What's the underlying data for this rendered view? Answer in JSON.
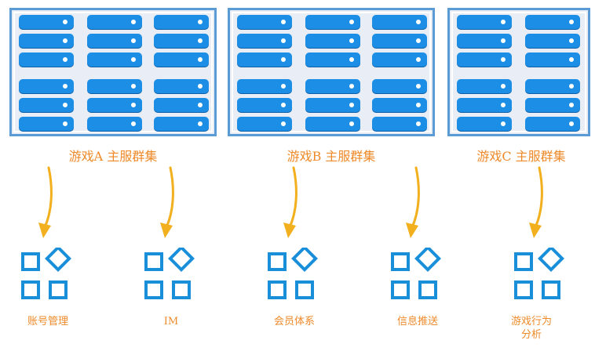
{
  "clusters": [
    {
      "label": "游戏A 主服群集"
    },
    {
      "label": "游戏B 主服群集"
    },
    {
      "label": "游戏C 主服群集"
    }
  ],
  "modules": [
    {
      "label": "账号管理",
      "icon": "grid-blocks-icon"
    },
    {
      "label": "IM",
      "icon": "grid-blocks-icon"
    },
    {
      "label": "会员体系",
      "icon": "grid-blocks-icon"
    },
    {
      "label": "信息推送",
      "icon": "grid-blocks-icon"
    },
    {
      "label": "游戏行为分析",
      "icon": "grid-blocks-icon"
    }
  ],
  "colors": {
    "server_blue": "#1c8ee6",
    "frame_blue": "#5b9bd5",
    "cluster_bg": "#e9eef6",
    "label_orange": "#ee8a2a",
    "arrow_gold": "#f2b01e",
    "icon_blue": "#1a8fd9"
  }
}
